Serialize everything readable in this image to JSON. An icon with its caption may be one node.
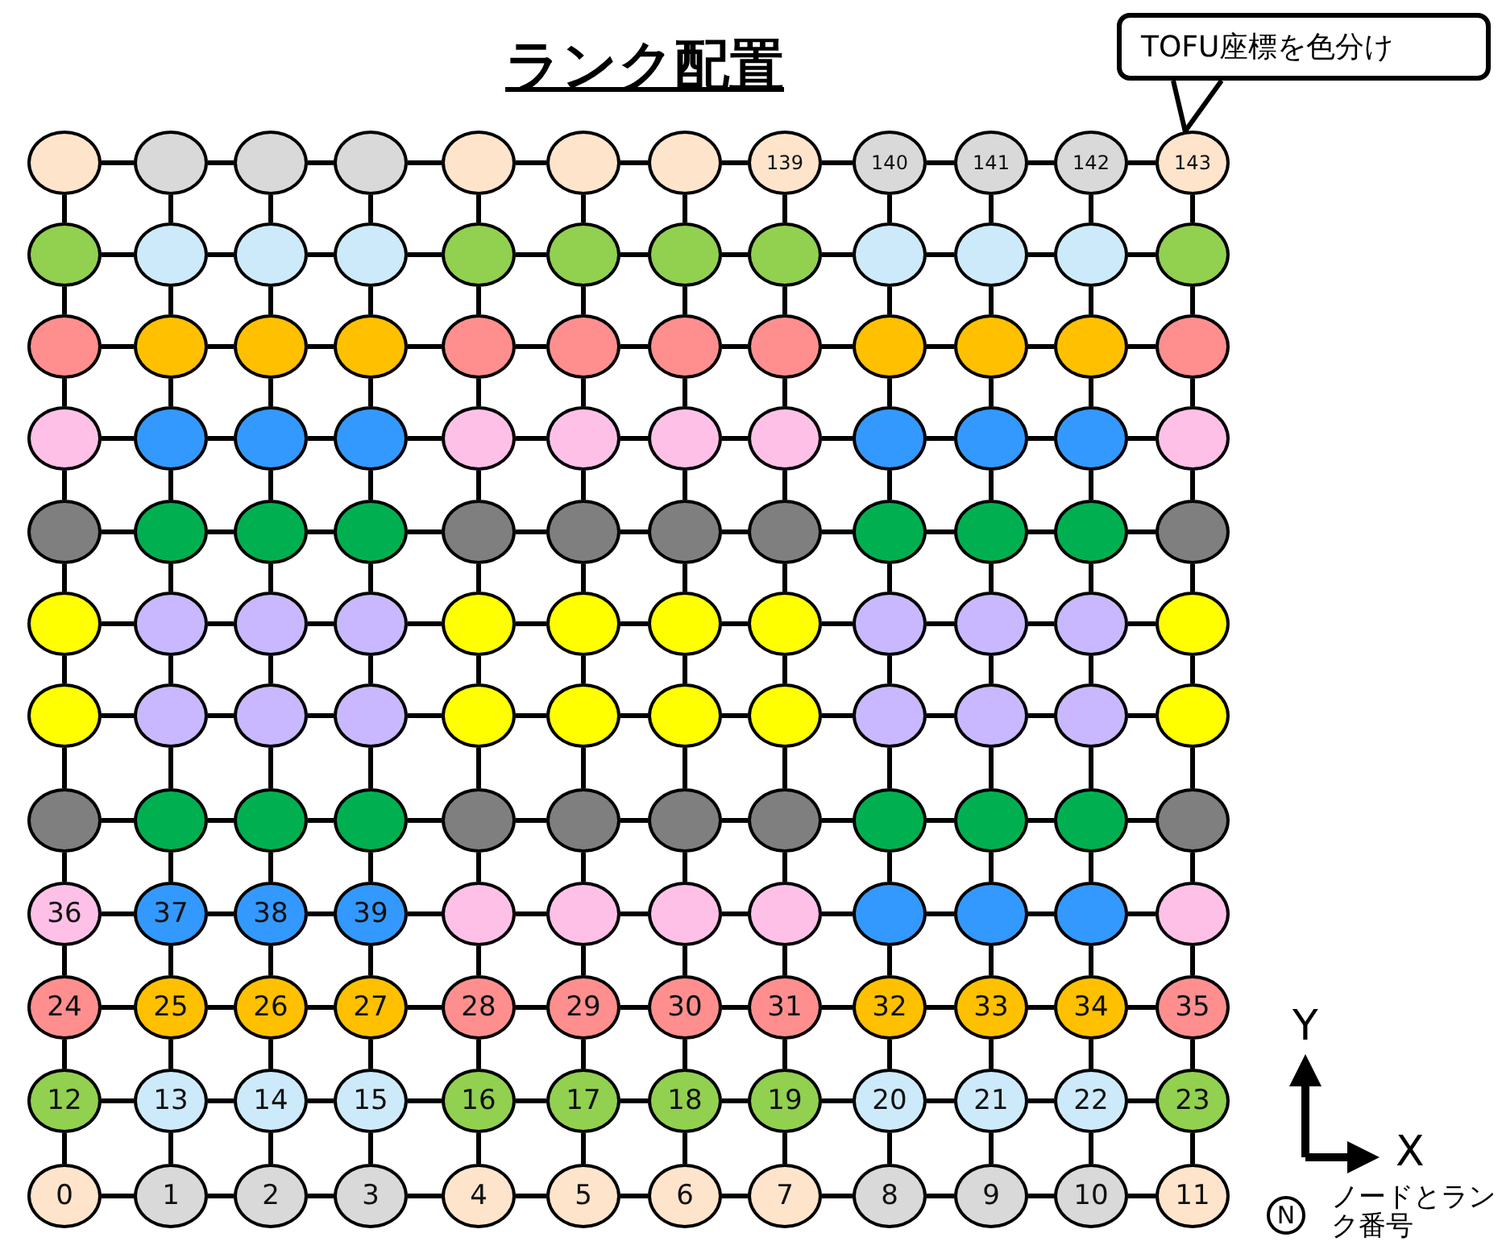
{
  "diagram": {
    "title": "ランク配置",
    "nodes": [
      {
        "text": [
          "TOFU座標を色分け"
        ]
      },
      {
        "text": [],
        "shape": "circle"
      },
      {
        "text": [],
        "shape": "circle"
      },
      {
        "text": [],
        "shape": "circle"
      },
      {
        "text": [],
        "shape": "circle"
      },
      {
        "text": [],
        "shape": "circle"
      },
      {
        "text": [],
        "shape": "circle"
      },
      {
        "text": [],
        "shape": "circle"
      },
      {
        "text": [
          "139"
        ]
      },
      {
        "text": [
          "140"
        ]
      },
      {
        "text": [
          "141"
        ]
      },
      {
        "text": [
          "142"
        ]
      },
      {
        "text": [
          "143"
        ]
      },
      {
        "text": [],
        "shape": "circle"
      },
      {
        "text": [],
        "shape": "circle"
      },
      {
        "text": [],
        "shape": "circle"
      },
      {
        "text": [],
        "shape": "circle"
      },
      {
        "text": [],
        "shape": "circle"
      },
      {
        "text": [],
        "shape": "circle"
      },
      {
        "text": [],
        "shape": "circle"
      },
      {
        "text": [],
        "shape": "circle"
      },
      {
        "text": [],
        "shape": "circle"
      },
      {
        "text": [],
        "shape": "circle"
      },
      {
        "text": [],
        "shape": "circle"
      },
      {
        "text": [],
        "shape": "circle"
      },
      {
        "text": [],
        "shape": "circle"
      },
      {
        "text": [],
        "shape": "circle"
      },
      {
        "text": [],
        "shape": "circle"
      },
      {
        "text": [],
        "shape": "circle"
      },
      {
        "text": [],
        "shape": "circle"
      },
      {
        "text": [],
        "shape": "circle"
      },
      {
        "text": [],
        "shape": "circle"
      },
      {
        "text": [],
        "shape": "circle"
      },
      {
        "text": [],
        "shape": "circle"
      },
      {
        "text": [],
        "shape": "circle"
      },
      {
        "text": [],
        "shape": "circle"
      },
      {
        "text": [],
        "shape": "circle"
      },
      {
        "text": [],
        "shape": "circle"
      },
      {
        "text": [],
        "shape": "circle"
      },
      {
        "text": [],
        "shape": "circle"
      },
      {
        "text": [],
        "shape": "circle"
      },
      {
        "text": [],
        "shape": "circle"
      },
      {
        "text": [],
        "shape": "circle"
      },
      {
        "text": [],
        "shape": "circle"
      },
      {
        "text": [],
        "shape": "circle"
      },
      {
        "text": [],
        "shape": "circle"
      },
      {
        "text": [],
        "shape": "circle"
      },
      {
        "text": [],
        "shape": "circle"
      },
      {
        "text": [],
        "shape": "circle"
      },
      {
        "text": [],
        "shape": "circle"
      },
      {
        "text": [],
        "shape": "circle"
      },
      {
        "text": [],
        "shape": "circle"
      },
      {
        "text": [],
        "shape": "circle"
      },
      {
        "text": [],
        "shape": "circle"
      },
      {
        "text": [],
        "shape": "circle"
      },
      {
        "text": [],
        "shape": "circle"
      },
      {
        "text": [],
        "shape": "circle"
      },
      {
        "text": [],
        "shape": "circle"
      },
      {
        "text": [],
        "shape": "circle"
      },
      {
        "text": [],
        "shape": "circle"
      },
      {
        "text": [],
        "shape": "circle"
      },
      {
        "text": [],
        "shape": "circle"
      },
      {
        "text": [],
        "shape": "circle"
      },
      {
        "text": [],
        "shape": "circle"
      },
      {
        "text": [],
        "shape": "circle"
      },
      {
        "text": [],
        "shape": "circle"
      },
      {
        "text": [],
        "shape": "circle"
      },
      {
        "text": [],
        "shape": "circle"
      },
      {
        "text": [],
        "shape": "circle"
      },
      {
        "text": [],
        "shape": "circle"
      },
      {
        "text": [],
        "shape": "circle"
      },
      {
        "text": [],
        "shape": "circle"
      },
      {
        "text": [],
        "shape": "circle"
      },
      {
        "text": [],
        "shape": "circle"
      },
      {
        "text": [],
        "shape": "circle"
      },
      {
        "text": [],
        "shape": "circle"
      },
      {
        "text": [],
        "shape": "circle"
      },
      {
        "text": [],
        "shape": "circle"
      },
      {
        "text": [],
        "shape": "circle"
      },
      {
        "text": [],
        "shape": "circle"
      },
      {
        "text": [],
        "shape": "circle"
      },
      {
        "text": [],
        "shape": "circle"
      },
      {
        "text": [],
        "shape": "circle"
      },
      {
        "text": [],
        "shape": "circle"
      },
      {
        "text": [],
        "shape": "circle"
      },
      {
        "text": [],
        "shape": "circle"
      },
      {
        "text": [],
        "shape": "circle"
      },
      {
        "text": [],
        "shape": "circle"
      },
      {
        "text": [],
        "shape": "circle"
      },
      {
        "text": [],
        "shape": "circle"
      },
      {
        "text": [],
        "shape": "circle"
      },
      {
        "text": [],
        "shape": "circle"
      },
      {
        "text": [],
        "shape": "circle"
      },
      {
        "text": [],
        "shape": "circle"
      },
      {
        "text": [],
        "shape": "circle"
      },
      {
        "text": [],
        "shape": "circle"
      },
      {
        "text": [],
        "shape": "circle"
      },
      {
        "text": [
          "36"
        ]
      },
      {
        "text": [
          "37"
        ]
      },
      {
        "text": [
          "38"
        ]
      },
      {
        "text": [
          "39"
        ]
      },
      {
        "text": [],
        "shape": "circle"
      },
      {
        "text": [],
        "shape": "circle"
      },
      {
        "text": [],
        "shape": "circle"
      },
      {
        "text": [],
        "shape": "circle"
      },
      {
        "text": [],
        "shape": "circle"
      },
      {
        "text": [],
        "shape": "circle"
      },
      {
        "text": [],
        "shape": "circle"
      },
      {
        "text": [],
        "shape": "circle"
      },
      {
        "text": [
          "24"
        ]
      },
      {
        "text": [
          "25"
        ]
      },
      {
        "text": [
          "26"
        ]
      },
      {
        "text": [
          "27"
        ]
      },
      {
        "text": [
          "28"
        ]
      },
      {
        "text": [
          "29"
        ]
      },
      {
        "text": [
          "30"
        ]
      },
      {
        "text": [
          "31"
        ]
      },
      {
        "text": [
          "32"
        ]
      },
      {
        "text": [
          "33"
        ]
      },
      {
        "text": [
          "34"
        ]
      },
      {
        "text": [
          "35"
        ]
      },
      {
        "text": [
          "12"
        ]
      },
      {
        "text": [
          "13"
        ]
      },
      {
        "text": [
          "14"
        ]
      },
      {
        "text": [
          "15"
        ]
      },
      {
        "text": [
          "16"
        ]
      },
      {
        "text": [
          "17"
        ]
      },
      {
        "text": [
          "18"
        ]
      },
      {
        "text": [
          "19"
        ]
      },
      {
        "text": [
          "20"
        ]
      },
      {
        "text": [
          "21"
        ]
      },
      {
        "text": [
          "22"
        ]
      },
      {
        "text": [
          "23"
        ]
      },
      {
        "text": [
          "0"
        ]
      },
      {
        "text": [
          "1"
        ]
      },
      {
        "text": [
          "2"
        ]
      },
      {
        "text": [
          "3"
        ]
      },
      {
        "text": [
          "4"
        ]
      },
      {
        "text": [
          "5"
        ]
      },
      {
        "text": [
          "6"
        ]
      },
      {
        "text": [
          "7"
        ]
      },
      {
        "text": [
          "8"
        ]
      },
      {
        "text": [
          "9"
        ]
      },
      {
        "text": [
          "10"
        ]
      },
      {
        "text": [
          "11"
        ]
      }
    ],
    "edges": [
      {
        "from": 0,
        "to": 12,
        "arrow": "none"
      },
      {
        "from": 1,
        "to": 2,
        "arrow": "none"
      },
      {
        "from": 2,
        "to": 3,
        "arrow": "none"
      },
      {
        "from": 3,
        "to": 4,
        "arrow": "none"
      },
      {
        "from": 4,
        "to": 5,
        "arrow": "none"
      },
      {
        "from": 5,
        "to": 6,
        "arrow": "none"
      },
      {
        "from": 6,
        "to": 7,
        "arrow": "none"
      },
      {
        "from": 7,
        "to": 8,
        "arrow": "none"
      },
      {
        "from": 8,
        "to": 9,
        "arrow": "none"
      },
      {
        "from": 9,
        "to": 10,
        "arrow": "none"
      },
      {
        "from": 10,
        "to": 11,
        "arrow": "none"
      },
      {
        "from": 11,
        "to": 12,
        "arrow": "none"
      },
      {
        "from": 13,
        "to": 14,
        "arrow": "none"
      },
      {
        "from": 14,
        "to": 15,
        "arrow": "none"
      },
      {
        "from": 15,
        "to": 16,
        "arrow": "none"
      },
      {
        "from": 16,
        "to": 17,
        "arrow": "none"
      },
      {
        "from": 17,
        "to": 18,
        "arrow": "none"
      },
      {
        "from": 18,
        "to": 19,
        "arrow": "none"
      },
      {
        "from": 19,
        "to": 20,
        "arrow": "none"
      },
      {
        "from": 20,
        "to": 21,
        "arrow": "none"
      },
      {
        "from": 21,
        "to": 22,
        "arrow": "none"
      },
      {
        "from": 22,
        "to": 23,
        "arrow": "none"
      },
      {
        "from": 23,
        "to": 24,
        "arrow": "none"
      },
      {
        "from": 25,
        "to": 26,
        "arrow": "none"
      },
      {
        "from": 26,
        "to": 27,
        "arrow": "none"
      },
      {
        "from": 27,
        "to": 28,
        "arrow": "none"
      },
      {
        "from": 28,
        "to": 29,
        "arrow": "none"
      },
      {
        "from": 29,
        "to": 30,
        "arrow": "none"
      },
      {
        "from": 30,
        "to": 31,
        "arrow": "none"
      },
      {
        "from": 31,
        "to": 32,
        "arrow": "none"
      },
      {
        "from": 32,
        "to": 33,
        "arrow": "none"
      },
      {
        "from": 33,
        "to": 34,
        "arrow": "none"
      },
      {
        "from": 34,
        "to": 35,
        "arrow": "none"
      },
      {
        "from": 35,
        "to": 36,
        "arrow": "none"
      },
      {
        "from": 37,
        "to": 38,
        "arrow": "none"
      },
      {
        "from": 38,
        "to": 39,
        "arrow": "none"
      },
      {
        "from": 39,
        "to": 40,
        "arrow": "none"
      },
      {
        "from": 40,
        "to": 41,
        "arrow": "none"
      },
      {
        "from": 41,
        "to": 42,
        "arrow": "none"
      },
      {
        "from": 42,
        "to": 43,
        "arrow": "none"
      },
      {
        "from": 43,
        "to": 44,
        "arrow": "none"
      },
      {
        "from": 44,
        "to": 45,
        "arrow": "none"
      },
      {
        "from": 45,
        "to": 46,
        "arrow": "none"
      },
      {
        "from": 46,
        "to": 47,
        "arrow": "none"
      },
      {
        "from": 47,
        "to": 48,
        "arrow": "none"
      },
      {
        "from": 49,
        "to": 50,
        "arrow": "none"
      },
      {
        "from": 50,
        "to": 51,
        "arrow": "none"
      },
      {
        "from": 51,
        "to": 52,
        "arrow": "none"
      },
      {
        "from": 52,
        "to": 53,
        "arrow": "none"
      },
      {
        "from": 53,
        "to": 54,
        "arrow": "none"
      },
      {
        "from": 54,
        "to": 55,
        "arrow": "none"
      },
      {
        "from": 55,
        "to": 56,
        "arrow": "none"
      },
      {
        "from": 56,
        "to": 57,
        "arrow": "none"
      },
      {
        "from": 57,
        "to": 58,
        "arrow": "none"
      },
      {
        "from": 58,
        "to": 59,
        "arrow": "none"
      },
      {
        "from": 59,
        "to": 60,
        "arrow": "none"
      },
      {
        "from": 61,
        "to": 62,
        "arrow": "none"
      },
      {
        "from": 62,
        "to": 63,
        "arrow": "none"
      },
      {
        "from": 63,
        "to": 64,
        "arrow": "none"
      },
      {
        "from": 64,
        "to": 65,
        "arrow": "none"
      },
      {
        "from": 65,
        "to": 66,
        "arrow": "none"
      },
      {
        "from": 66,
        "to": 67,
        "arrow": "none"
      },
      {
        "from": 67,
        "to": 68,
        "arrow": "none"
      },
      {
        "from": 68,
        "to": 69,
        "arrow": "none"
      },
      {
        "from": 69,
        "to": 70,
        "arrow": "none"
      },
      {
        "from": 70,
        "to": 71,
        "arrow": "none"
      },
      {
        "from": 71,
        "to": 72,
        "arrow": "none"
      },
      {
        "from": 73,
        "to": 74,
        "arrow": "none"
      },
      {
        "from": 74,
        "to": 75,
        "arrow": "none"
      },
      {
        "from": 75,
        "to": 76,
        "arrow": "none"
      },
      {
        "from": 76,
        "to": 77,
        "arrow": "none"
      },
      {
        "from": 77,
        "to": 78,
        "arrow": "none"
      },
      {
        "from": 78,
        "to": 79,
        "arrow": "none"
      },
      {
        "from": 79,
        "to": 80,
        "arrow": "none"
      },
      {
        "from": 80,
        "to": 81,
        "arrow": "none"
      },
      {
        "from": 81,
        "to": 82,
        "arrow": "none"
      },
      {
        "from": 82,
        "to": 83,
        "arrow": "none"
      },
      {
        "from": 83,
        "to": 84,
        "arrow": "none"
      },
      {
        "from": 85,
        "to": 86,
        "arrow": "none"
      },
      {
        "from": 86,
        "to": 87,
        "arrow": "none"
      },
      {
        "from": 87,
        "to": 88,
        "arrow": "none"
      },
      {
        "from": 88,
        "to": 89,
        "arrow": "none"
      },
      {
        "from": 89,
        "to": 90,
        "arrow": "none"
      },
      {
        "from": 90,
        "to": 91,
        "arrow": "none"
      },
      {
        "from": 91,
        "to": 92,
        "arrow": "none"
      },
      {
        "from": 92,
        "to": 93,
        "arrow": "none"
      },
      {
        "from": 93,
        "to": 94,
        "arrow": "none"
      },
      {
        "from": 94,
        "to": 95,
        "arrow": "none"
      },
      {
        "from": 95,
        "to": 96,
        "arrow": "none"
      },
      {
        "from": 97,
        "to": 98,
        "arrow": "none"
      },
      {
        "from": 98,
        "to": 99,
        "arrow": "none"
      },
      {
        "from": 99,
        "to": 100,
        "arrow": "none"
      },
      {
        "from": 100,
        "to": 101,
        "arrow": "none"
      },
      {
        "from": 101,
        "to": 102,
        "arrow": "none"
      },
      {
        "from": 102,
        "to": 103,
        "arrow": "none"
      },
      {
        "from": 103,
        "to": 104,
        "arrow": "none"
      },
      {
        "from": 104,
        "to": 105,
        "arrow": "none"
      },
      {
        "from": 105,
        "to": 106,
        "arrow": "none"
      },
      {
        "from": 106,
        "to": 107,
        "arrow": "none"
      },
      {
        "from": 107,
        "to": 108,
        "arrow": "none"
      },
      {
        "from": 109,
        "to": 110,
        "arrow": "none"
      },
      {
        "from": 110,
        "to": 111,
        "arrow": "none"
      },
      {
        "from": 111,
        "to": 112,
        "arrow": "none"
      },
      {
        "from": 112,
        "to": 113,
        "arrow": "none"
      },
      {
        "from": 113,
        "to": 114,
        "arrow": "none"
      },
      {
        "from": 114,
        "to": 115,
        "arrow": "none"
      },
      {
        "from": 115,
        "to": 116,
        "arrow": "none"
      },
      {
        "from": 116,
        "to": 117,
        "arrow": "none"
      },
      {
        "from": 117,
        "to": 118,
        "arrow": "none"
      },
      {
        "from": 118,
        "to": 119,
        "arrow": "none"
      },
      {
        "from": 119,
        "to": 120,
        "arrow": "none"
      },
      {
        "from": 121,
        "to": 122,
        "arrow": "none"
      },
      {
        "from": 122,
        "to": 123,
        "arrow": "none"
      },
      {
        "from": 123,
        "to": 124,
        "arrow": "none"
      },
      {
        "from": 124,
        "to": 125,
        "arrow": "none"
      },
      {
        "from": 125,
        "to": 126,
        "arrow": "none"
      },
      {
        "from": 126,
        "to": 127,
        "arrow": "none"
      },
      {
        "from": 127,
        "to": 128,
        "arrow": "none"
      },
      {
        "from": 128,
        "to": 129,
        "arrow": "none"
      },
      {
        "from": 129,
        "to": 130,
        "arrow": "none"
      },
      {
        "from": 130,
        "to": 131,
        "arrow": "none"
      },
      {
        "from": 131,
        "to": 132,
        "arrow": "none"
      },
      {
        "from": 133,
        "to": 134,
        "arrow": "none"
      },
      {
        "from": 134,
        "to": 135,
        "arrow": "none"
      },
      {
        "from": 135,
        "to": 136,
        "arrow": "none"
      },
      {
        "from": 136,
        "to": 137,
        "arrow": "none"
      },
      {
        "from": 137,
        "to": 138,
        "arrow": "none"
      },
      {
        "from": 138,
        "to": 139,
        "arrow": "none"
      },
      {
        "from": 139,
        "to": 140,
        "arrow": "none"
      },
      {
        "from": 140,
        "to": 141,
        "arrow": "none"
      },
      {
        "from": 141,
        "to": 142,
        "arrow": "none"
      },
      {
        "from": 142,
        "to": 143,
        "arrow": "none"
      },
      {
        "from": 143,
        "to": 144,
        "arrow": "none"
      },
      {
        "from": 1,
        "to": 13,
        "arrow": "none"
      },
      {
        "from": 2,
        "to": 14,
        "arrow": "none"
      },
      {
        "from": 3,
        "to": 15,
        "arrow": "none"
      },
      {
        "from": 4,
        "to": 16,
        "arrow": "none"
      },
      {
        "from": 5,
        "to": 17,
        "arrow": "none"
      },
      {
        "from": 6,
        "to": 18,
        "arrow": "none"
      },
      {
        "from": 7,
        "to": 19,
        "arrow": "none"
      },
      {
        "from": 8,
        "to": 20,
        "arrow": "none"
      },
      {
        "from": 9,
        "to": 21,
        "arrow": "none"
      },
      {
        "from": 10,
        "to": 22,
        "arrow": "none"
      },
      {
        "from": 11,
        "to": 23,
        "arrow": "none"
      },
      {
        "from": 12,
        "to": 24,
        "arrow": "none"
      },
      {
        "from": 13,
        "to": 25,
        "arrow": "none"
      },
      {
        "from": 14,
        "to": 26,
        "arrow": "none"
      },
      {
        "from": 15,
        "to": 27,
        "arrow": "none"
      },
      {
        "from": 16,
        "to": 28,
        "arrow": "none"
      },
      {
        "from": 17,
        "to": 29,
        "arrow": "none"
      },
      {
        "from": 18,
        "to": 30,
        "arrow": "none"
      },
      {
        "from": 19,
        "to": 31,
        "arrow": "none"
      },
      {
        "from": 20,
        "to": 32,
        "arrow": "none"
      },
      {
        "from": 21,
        "to": 33,
        "arrow": "none"
      },
      {
        "from": 22,
        "to": 34,
        "arrow": "none"
      },
      {
        "from": 23,
        "to": 35,
        "arrow": "none"
      },
      {
        "from": 24,
        "to": 36,
        "arrow": "none"
      },
      {
        "from": 25,
        "to": 37,
        "arrow": "none"
      },
      {
        "from": 26,
        "to": 38,
        "arrow": "none"
      },
      {
        "from": 27,
        "to": 39,
        "arrow": "none"
      },
      {
        "from": 28,
        "to": 40,
        "arrow": "none"
      },
      {
        "from": 29,
        "to": 41,
        "arrow": "none"
      },
      {
        "from": 30,
        "to": 42,
        "arrow": "none"
      },
      {
        "from": 31,
        "to": 43,
        "arrow": "none"
      },
      {
        "from": 32,
        "to": 44,
        "arrow": "none"
      },
      {
        "from": 33,
        "to": 45,
        "arrow": "none"
      },
      {
        "from": 34,
        "to": 46,
        "arrow": "none"
      },
      {
        "from": 35,
        "to": 47,
        "arrow": "none"
      },
      {
        "from": 36,
        "to": 48,
        "arrow": "none"
      },
      {
        "from": 37,
        "to": 49,
        "arrow": "none"
      },
      {
        "from": 38,
        "to": 50,
        "arrow": "none"
      },
      {
        "from": 39,
        "to": 51,
        "arrow": "none"
      },
      {
        "from": 40,
        "to": 52,
        "arrow": "none"
      },
      {
        "from": 41,
        "to": 53,
        "arrow": "none"
      },
      {
        "from": 42,
        "to": 54,
        "arrow": "none"
      },
      {
        "from": 43,
        "to": 55,
        "arrow": "none"
      },
      {
        "from": 44,
        "to": 56,
        "arrow": "none"
      },
      {
        "from": 45,
        "to": 57,
        "arrow": "none"
      },
      {
        "from": 46,
        "to": 58,
        "arrow": "none"
      },
      {
        "from": 47,
        "to": 59,
        "arrow": "none"
      },
      {
        "from": 48,
        "to": 60,
        "arrow": "none"
      },
      {
        "from": 49,
        "to": 61,
        "arrow": "none"
      },
      {
        "from": 50,
        "to": 62,
        "arrow": "none"
      },
      {
        "from": 51,
        "to": 63,
        "arrow": "none"
      },
      {
        "from": 52,
        "to": 64,
        "arrow": "none"
      },
      {
        "from": 53,
        "to": 65,
        "arrow": "none"
      },
      {
        "from": 54,
        "to": 66,
        "arrow": "none"
      },
      {
        "from": 55,
        "to": 67,
        "arrow": "none"
      },
      {
        "from": 56,
        "to": 68,
        "arrow": "none"
      },
      {
        "from": 57,
        "to": 69,
        "arrow": "none"
      },
      {
        "from": 58,
        "to": 70,
        "arrow": "none"
      },
      {
        "from": 59,
        "to": 71,
        "arrow": "none"
      },
      {
        "from": 60,
        "to": 72,
        "arrow": "none"
      },
      {
        "from": 61,
        "to": 73,
        "arrow": "none"
      },
      {
        "from": 62,
        "to": 74,
        "arrow": "none"
      },
      {
        "from": 63,
        "to": 75,
        "arrow": "none"
      },
      {
        "from": 64,
        "to": 76,
        "arrow": "none"
      },
      {
        "from": 65,
        "to": 77,
        "arrow": "none"
      },
      {
        "from": 66,
        "to": 78,
        "arrow": "none"
      },
      {
        "from": 67,
        "to": 79,
        "arrow": "none"
      },
      {
        "from": 68,
        "to": 80,
        "arrow": "none"
      },
      {
        "from": 69,
        "to": 81,
        "arrow": "none"
      },
      {
        "from": 70,
        "to": 82,
        "arrow": "none"
      },
      {
        "from": 71,
        "to": 83,
        "arrow": "none"
      },
      {
        "from": 72,
        "to": 84,
        "arrow": "none"
      },
      {
        "from": 73,
        "to": 85,
        "arrow": "none"
      },
      {
        "from": 74,
        "to": 86,
        "arrow": "none"
      },
      {
        "from": 75,
        "to": 87,
        "arrow": "none"
      },
      {
        "from": 76,
        "to": 88,
        "arrow": "none"
      },
      {
        "from": 77,
        "to": 89,
        "arrow": "none"
      },
      {
        "from": 78,
        "to": 90,
        "arrow": "none"
      },
      {
        "from": 79,
        "to": 91,
        "arrow": "none"
      },
      {
        "from": 80,
        "to": 92,
        "arrow": "none"
      },
      {
        "from": 81,
        "to": 93,
        "arrow": "none"
      },
      {
        "from": 82,
        "to": 94,
        "arrow": "none"
      },
      {
        "from": 83,
        "to": 95,
        "arrow": "none"
      },
      {
        "from": 84,
        "to": 96,
        "arrow": "none"
      },
      {
        "from": 85,
        "to": 97,
        "arrow": "none"
      },
      {
        "from": 86,
        "to": 98,
        "arrow": "none"
      },
      {
        "from": 87,
        "to": 99,
        "arrow": "none"
      },
      {
        "from": 88,
        "to": 100,
        "arrow": "none"
      },
      {
        "from": 89,
        "to": 101,
        "arrow": "none"
      },
      {
        "from": 90,
        "to": 102,
        "arrow": "none"
      },
      {
        "from": 91,
        "to": 103,
        "arrow": "none"
      },
      {
        "from": 92,
        "to": 104,
        "arrow": "none"
      },
      {
        "from": 93,
        "to": 105,
        "arrow": "none"
      },
      {
        "from": 94,
        "to": 106,
        "arrow": "none"
      },
      {
        "from": 95,
        "to": 107,
        "arrow": "none"
      },
      {
        "from": 96,
        "to": 108,
        "arrow": "none"
      },
      {
        "from": 97,
        "to": 109,
        "arrow": "none"
      },
      {
        "from": 98,
        "to": 110,
        "arrow": "none"
      },
      {
        "from": 99,
        "to": 111,
        "arrow": "none"
      },
      {
        "from": 100,
        "to": 112,
        "arrow": "none"
      },
      {
        "from": 101,
        "to": 113,
        "arrow": "none"
      },
      {
        "from": 102,
        "to": 114,
        "arrow": "none"
      },
      {
        "from": 103,
        "to": 115,
        "arrow": "none"
      },
      {
        "from": 104,
        "to": 116,
        "arrow": "none"
      },
      {
        "from": 105,
        "to": 117,
        "arrow": "none"
      },
      {
        "from": 106,
        "to": 118,
        "arrow": "none"
      },
      {
        "from": 107,
        "to": 119,
        "arrow": "none"
      },
      {
        "from": 108,
        "to": 120,
        "arrow": "none"
      },
      {
        "from": 109,
        "to": 121,
        "arrow": "none"
      },
      {
        "from": 110,
        "to": 122,
        "arrow": "none"
      },
      {
        "from": 111,
        "to": 123,
        "arrow": "none"
      },
      {
        "from": 112,
        "to": 124,
        "arrow": "none"
      },
      {
        "from": 113,
        "to": 125,
        "arrow": "none"
      },
      {
        "from": 114,
        "to": 126,
        "arrow": "none"
      },
      {
        "from": 115,
        "to": 127,
        "arrow": "none"
      },
      {
        "from": 116,
        "to": 128,
        "arrow": "none"
      },
      {
        "from": 117,
        "to": 129,
        "arrow": "none"
      },
      {
        "from": 118,
        "to": 130,
        "arrow": "none"
      },
      {
        "from": 119,
        "to": 131,
        "arrow": "none"
      },
      {
        "from": 120,
        "to": 132,
        "arrow": "none"
      },
      {
        "from": 121,
        "to": 133,
        "arrow": "none"
      },
      {
        "from": 122,
        "to": 134,
        "arrow": "none"
      },
      {
        "from": 123,
        "to": 135,
        "arrow": "none"
      },
      {
        "from": 124,
        "to": 136,
        "arrow": "none"
      },
      {
        "from": 125,
        "to": 137,
        "arrow": "none"
      },
      {
        "from": 126,
        "to": 138,
        "arrow": "none"
      },
      {
        "from": 127,
        "to": 139,
        "arrow": "none"
      },
      {
        "from": 128,
        "to": 140,
        "arrow": "none"
      },
      {
        "from": 129,
        "to": 141,
        "arrow": "none"
      },
      {
        "from": 130,
        "to": 142,
        "arrow": "none"
      },
      {
        "from": 131,
        "to": 143,
        "arrow": "none"
      },
      {
        "from": 132,
        "to": 144,
        "arrow": "none"
      }
    ],
    "labels": [
      "Y",
      "X",
      "N"
    ],
    "legend": [
      {
        "text": "ノードとランク番号"
      }
    ]
  }
}
